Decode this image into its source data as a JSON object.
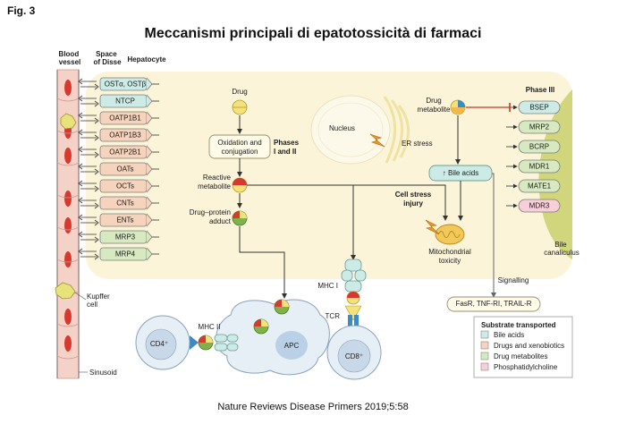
{
  "figure": {
    "fig_label": "Fig. 3",
    "title": "Meccanismi principali di epatotossicità di farmaci",
    "citation": "Nature Reviews Disease Primers 2019;5:58"
  },
  "columns": {
    "blood_vessel": "Blood vessel",
    "space_of_disse": "Space of Disse",
    "hepatocyte": "Hepatocyte"
  },
  "transporters_left": [
    {
      "label": "OSTα, OSTβ",
      "type": "bile-acids"
    },
    {
      "label": "NTCP",
      "type": "bile-acids"
    },
    {
      "label": "OATP1B1",
      "type": "drugs"
    },
    {
      "label": "OATP1B3",
      "type": "drugs"
    },
    {
      "label": "OATP2B1",
      "type": "drugs"
    },
    {
      "label": "OATs",
      "type": "drugs"
    },
    {
      "label": "OCTs",
      "type": "drugs"
    },
    {
      "label": "CNTs",
      "type": "drugs"
    },
    {
      "label": "ENTs",
      "type": "drugs"
    },
    {
      "label": "MRP3",
      "type": "metabolites"
    },
    {
      "label": "MRP4",
      "type": "metabolites"
    }
  ],
  "transporters_right": [
    {
      "label": "BSEP",
      "type": "bile-acids"
    },
    {
      "label": "MRP2",
      "type": "metabolites"
    },
    {
      "label": "BCRP",
      "type": "metabolites"
    },
    {
      "label": "MDR1",
      "type": "metabolites"
    },
    {
      "label": "MATE1",
      "type": "metabolites"
    },
    {
      "label": "MDR3",
      "type": "phospholipid"
    }
  ],
  "labels": {
    "phase_iii": "Phase III",
    "drug": "Drug",
    "oxidation_line1": "Oxidation and",
    "oxidation_line2": "conjugation",
    "phases_line1": "Phases",
    "phases_line2": "I and II",
    "reactive_line1": "Reactive",
    "reactive_line2": "metabolite",
    "adduct_line1": "Drug–protein",
    "adduct_line2": "adduct",
    "nucleus": "Nucleus",
    "er_stress": "ER stress",
    "drug_metabolite_line1": "Drug",
    "drug_metabolite_line2": "metabolite",
    "bile_acids": "↑ Bile acids",
    "cell_stress_line1": "Cell stress",
    "cell_stress_line2": "injury",
    "mito_line1": "Mitochondrial",
    "mito_line2": "toxicity",
    "bile_canaliculus_line1": "Bile",
    "bile_canaliculus_line2": "canaliculus",
    "signalling": "Signalling",
    "death_receptors": "FasR, TNF-RI, TRAIL-R",
    "kupffer_line1": "Kupffer",
    "kupffer_line2": "cell",
    "sinusoid": "Sinusoid",
    "mhc_i": "MHC I",
    "tcr": "TCR",
    "mhc_ii": "MHC II",
    "cd4": "CD4⁺",
    "cd8": "CD8⁺",
    "apc": "APC"
  },
  "legend": {
    "title": "Substrate transported",
    "items": [
      {
        "label": "Bile acids",
        "color": "#cdebe6"
      },
      {
        "label": "Drugs and xenobiotics",
        "color": "#f6d3bd"
      },
      {
        "label": "Drug metabolites",
        "color": "#d6e9c0"
      },
      {
        "label": "Phosphatidylcholine",
        "color": "#f7cfd8"
      }
    ]
  },
  "colors": {
    "bile-acids": "#cdebe6",
    "drugs": "#f6d3bd",
    "metabolites": "#d6e9c0",
    "phospholipid": "#f7cfd8",
    "hepatocyte_bg": "#fbf4d8",
    "vessel": "#f5d2c8",
    "rbc": "#d8392e"
  }
}
